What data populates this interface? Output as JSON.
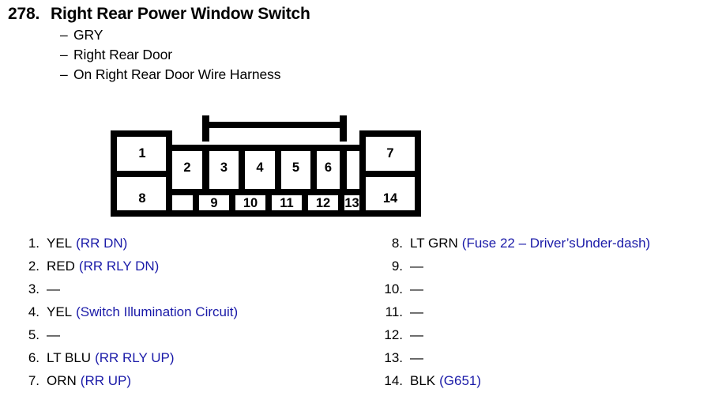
{
  "header": {
    "number": "278.",
    "title": "Right Rear Power Window Switch",
    "details": [
      "GRY",
      "Right Rear Door",
      "On Right Rear Door Wire Harness"
    ],
    "dash": "–"
  },
  "connector": {
    "top_row_labels": [
      "1",
      "2",
      "3",
      "4",
      "5",
      "6",
      "7"
    ],
    "bottom_row_labels": [
      "8",
      "9",
      "10",
      "11",
      "12",
      "13",
      "14"
    ]
  },
  "pins": {
    "left_column": [
      {
        "num": "1.",
        "color": "YEL",
        "circuit": "(RR DN)",
        "empty": false
      },
      {
        "num": "2.",
        "color": "RED",
        "circuit": "(RR RLY DN)",
        "empty": false
      },
      {
        "num": "3.",
        "color": "—",
        "circuit": "",
        "empty": true
      },
      {
        "num": "4.",
        "color": "YEL",
        "circuit": "(Switch Illumination Circuit)",
        "empty": false
      },
      {
        "num": "5.",
        "color": "—",
        "circuit": "",
        "empty": true
      },
      {
        "num": "6.",
        "color": "LT BLU",
        "circuit": "(RR RLY UP)",
        "empty": false
      },
      {
        "num": "7.",
        "color": "ORN",
        "circuit": "(RR UP)",
        "empty": false
      }
    ],
    "right_column": [
      {
        "num": "8.",
        "color": "LT GRN",
        "circuit": "(Fuse 22 – Driver’sUnder-dash)",
        "empty": false
      },
      {
        "num": "9.",
        "color": "—",
        "circuit": "",
        "empty": true
      },
      {
        "num": "10.",
        "color": "—",
        "circuit": "",
        "empty": true
      },
      {
        "num": "11.",
        "color": "—",
        "circuit": "",
        "empty": true
      },
      {
        "num": "12.",
        "color": "—",
        "circuit": "",
        "empty": true
      },
      {
        "num": "13.",
        "color": "—",
        "circuit": "",
        "empty": true
      },
      {
        "num": "14.",
        "color": "BLK",
        "circuit": "(G651)",
        "empty": false
      }
    ]
  },
  "colors": {
    "circuit_blue": "#1a1aa8",
    "ink_black": "#000000",
    "page_background": "#ffffff"
  }
}
